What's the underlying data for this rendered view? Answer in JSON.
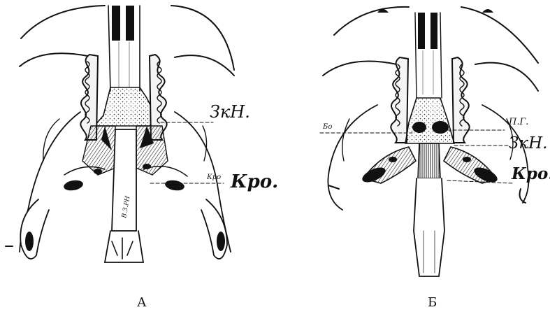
{
  "panels": [
    {
      "caption": "А",
      "labels": {
        "zkn": "ЗкН.",
        "kro": "Кро.",
        "kro_small": "Кро",
        "vertical": "В.З.РН"
      }
    },
    {
      "caption": "Б",
      "labels": {
        "pk": "П.Г.",
        "zkn": "ЗкН.",
        "kro": "Кро.",
        "bo": "Бо"
      }
    }
  ]
}
